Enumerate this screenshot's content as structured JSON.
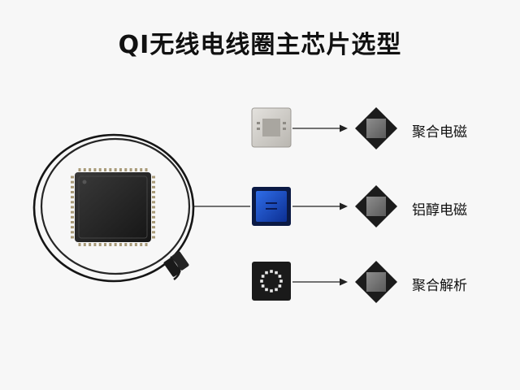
{
  "title": "QI无线电线圈主芯片选型",
  "rows": [
    {
      "label": "聚合电磁"
    },
    {
      "label": "铝醇电磁"
    },
    {
      "label": "聚合解析"
    }
  ]
}
